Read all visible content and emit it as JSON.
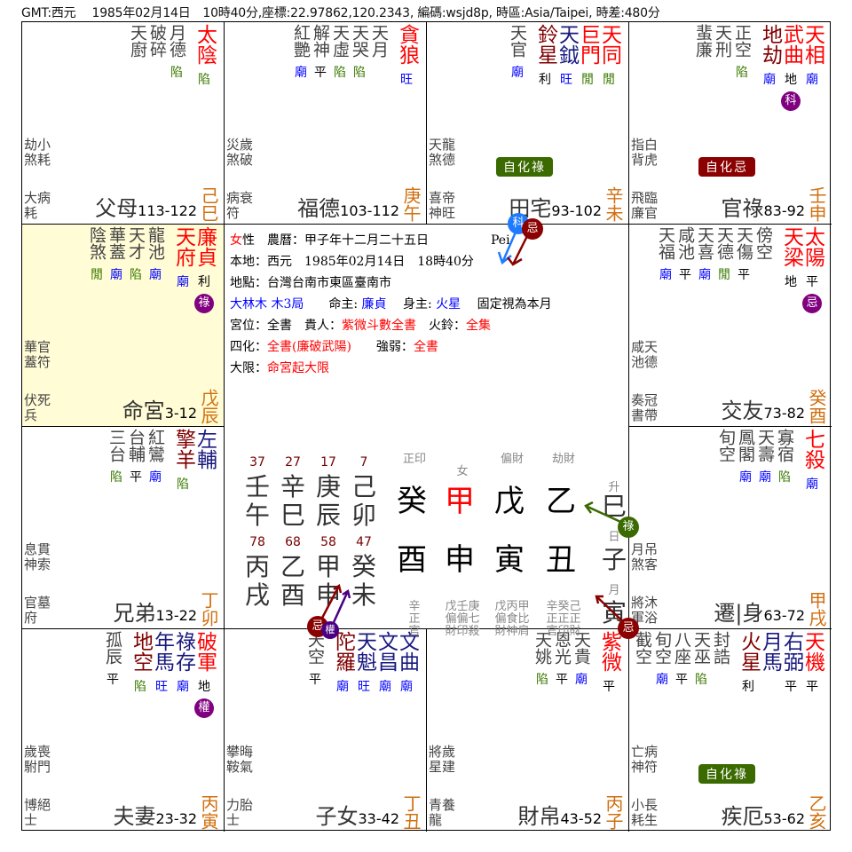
{
  "header": {
    "text": "GMT:西元　 1985年02月14日　10時40分,座標:22.97862,120.2343, 編碼:wsjd8p, 時區:Asia/Taipei, 時差:480分"
  },
  "palaces": {
    "si": {
      "name": "父母",
      "range": "113-122",
      "stem": "己巳",
      "main": [
        {
          "n": "太陰",
          "c": "c-red",
          "b": "陷",
          "bc": "b-xian"
        }
      ],
      "minor": [
        {
          "n": "天廚",
          "b": ""
        },
        {
          "n": "破碎",
          "b": ""
        },
        {
          "n": "月德",
          "b": "陷"
        }
      ],
      "s1": "劫小\n煞耗",
      "s2": "大病\n耗"
    },
    "wu": {
      "name": "福德",
      "range": "103-112",
      "stem": "庚午",
      "main": [
        {
          "n": "貪狼",
          "c": "c-red",
          "b": "旺",
          "bc": "b-wang"
        }
      ],
      "minor": [
        {
          "n": "紅艷",
          "b": "廟"
        },
        {
          "n": "解神",
          "b": "平"
        },
        {
          "n": "天虛",
          "b": "陷"
        },
        {
          "n": "天哭",
          "b": "陷"
        },
        {
          "n": "天月",
          "b": ""
        }
      ],
      "s1": "災歲\n煞破",
      "s2": "病衰\n符"
    },
    "wei": {
      "name": "田宅",
      "range": "93-102",
      "stem": "辛未",
      "self_hua": "自化祿",
      "main": [
        {
          "n": "天同",
          "c": "c-red",
          "b": "閒"
        },
        {
          "n": "巨門",
          "c": "c-red",
          "b": "閒"
        },
        {
          "n": "天鉞",
          "c": "c-navy",
          "b": "旺"
        },
        {
          "n": "鈴星",
          "c": "c-maroon",
          "b": "利"
        }
      ],
      "minor": [
        {
          "n": "天官",
          "b": "廟"
        }
      ],
      "s1": "天龍\n煞德",
      "s2": "喜帝\n神旺"
    },
    "shen": {
      "name": "官祿",
      "range": "83-92",
      "stem": "壬申",
      "self_hua": "自化忌",
      "main": [
        {
          "n": "天相",
          "c": "c-red",
          "b": "廟"
        },
        {
          "n": "武曲",
          "c": "c-red",
          "b": "地",
          "hua": "科"
        },
        {
          "n": "地劫",
          "c": "c-maroon",
          "b": "廟"
        }
      ],
      "minor": [
        {
          "n": "蜚廉",
          "b": ""
        },
        {
          "n": "天刑",
          "b": ""
        },
        {
          "n": "正空",
          "b": "陷"
        }
      ],
      "s1": "指白\n背虎",
      "s2": "飛臨\n廉官"
    },
    "chen": {
      "name": "命宮",
      "range": "3-12",
      "stem": "戊辰",
      "main": [
        {
          "n": "廉貞",
          "c": "c-red",
          "b": "利",
          "hua": "祿"
        },
        {
          "n": "天府",
          "c": "c-red",
          "b": "廟"
        }
      ],
      "minor": [
        {
          "n": "陰煞",
          "b": "閒"
        },
        {
          "n": "華蓋",
          "b": "廟"
        },
        {
          "n": "天才",
          "b": "陷"
        },
        {
          "n": "龍池",
          "b": "廟"
        }
      ],
      "s1": "華官\n蓋符",
      "s2": "伏死\n兵"
    },
    "you": {
      "name": "交友",
      "range": "73-82",
      "stem": "癸酉",
      "main": [
        {
          "n": "太陽",
          "c": "c-red",
          "b": "平",
          "hua": "忌"
        },
        {
          "n": "天梁",
          "c": "c-red",
          "b": "地"
        }
      ],
      "minor": [
        {
          "n": "天福",
          "b": "廟"
        },
        {
          "n": "咸池",
          "b": "平"
        },
        {
          "n": "天喜",
          "b": "廟"
        },
        {
          "n": "天德",
          "b": "閒"
        },
        {
          "n": "天傷",
          "b": "平"
        },
        {
          "n": "傍空",
          "b": ""
        }
      ],
      "s1": "咸天\n池德",
      "s2": "奏冠\n書帶"
    },
    "mao": {
      "name": "兄弟",
      "range": "13-22",
      "stem": "丁卯",
      "main": [
        {
          "n": "左輔",
          "c": "c-navy",
          "b": ""
        },
        {
          "n": "擎羊",
          "c": "c-maroon",
          "b": "陷"
        }
      ],
      "minor": [
        {
          "n": "三台",
          "b": "陷"
        },
        {
          "n": "台輔",
          "b": "平"
        },
        {
          "n": "紅鸞",
          "b": "廟"
        }
      ],
      "s1": "息貫\n神索",
      "s2": "官墓\n府"
    },
    "xu": {
      "name": "遷|身",
      "range": "63-72",
      "stem": "甲戌",
      "main": [
        {
          "n": "七殺",
          "c": "c-red",
          "b": "廟"
        }
      ],
      "minor": [
        {
          "n": "旬空",
          "b": ""
        },
        {
          "n": "鳳閣",
          "b": "廟"
        },
        {
          "n": "天壽",
          "b": "廟"
        },
        {
          "n": "寡宿",
          "b": "陷"
        }
      ],
      "s1": "月吊\n煞客",
      "s2": "將沐\n軍浴"
    },
    "yin": {
      "name": "夫妻",
      "range": "23-32",
      "stem": "丙寅",
      "main": [
        {
          "n": "破軍",
          "c": "c-red",
          "b": "地",
          "hua": "權"
        },
        {
          "n": "祿存",
          "c": "c-navy",
          "b": "廟"
        },
        {
          "n": "年馬",
          "c": "c-navy",
          "b": "旺"
        },
        {
          "n": "地空",
          "c": "c-maroon",
          "b": "陷"
        }
      ],
      "minor": [
        {
          "n": "孤辰",
          "b": "平"
        }
      ],
      "s1": "歲喪\n駙門",
      "s2": "博絕\n士"
    },
    "chou": {
      "name": "子女",
      "range": "33-42",
      "stem": "丁丑",
      "main": [
        {
          "n": "文曲",
          "c": "c-navy",
          "b": "廟"
        },
        {
          "n": "文昌",
          "c": "c-navy",
          "b": "廟"
        },
        {
          "n": "天魁",
          "c": "c-navy",
          "b": "旺"
        },
        {
          "n": "陀羅",
          "c": "c-maroon",
          "b": "廟"
        }
      ],
      "minor": [
        {
          "n": "天空",
          "b": "平"
        }
      ],
      "s1": "攀晦\n鞍氣",
      "s2": "力胎\n士"
    },
    "zi": {
      "name": "財帛",
      "range": "43-52",
      "stem": "丙子",
      "main": [
        {
          "n": "紫微",
          "c": "c-red",
          "b": "平"
        }
      ],
      "minor": [
        {
          "n": "天姚",
          "b": "陷"
        },
        {
          "n": "恩光",
          "b": "平"
        },
        {
          "n": "天貴",
          "b": "廟"
        }
      ],
      "s1": "將歲\n星建",
      "s2": "青養\n龍"
    },
    "hai": {
      "name": "疾厄",
      "range": "53-62",
      "stem": "乙亥",
      "self_hua": "自化祿",
      "main": [
        {
          "n": "天機",
          "c": "c-red",
          "b": "平"
        },
        {
          "n": "右弼",
          "c": "c-navy",
          "b": "平"
        },
        {
          "n": "月馬",
          "c": "c-navy",
          "b": ""
        },
        {
          "n": "火星",
          "c": "c-maroon",
          "b": "利"
        }
      ],
      "minor": [
        {
          "n": "截空",
          "b": ""
        },
        {
          "n": "旬空",
          "b": "廟"
        },
        {
          "n": "八座",
          "b": "平"
        },
        {
          "n": "天巫",
          "b": "陷"
        },
        {
          "n": "封誥",
          "b": ""
        }
      ],
      "s1": "亡病\n神符",
      "s2": "小長\n耗生"
    }
  },
  "center": {
    "line1": {
      "gender_red": "女",
      "rest": "性　農曆：甲子年十二月二十五日",
      "name": "Pei"
    },
    "line2": "本地：西元　1985年02月14日　18時40分",
    "line3": "地點：台灣台南市東區臺南市",
    "line4": {
      "ju": "大林木 木3局",
      "ming_label": "命主:",
      "ming": "廉貞",
      "shen_label": "身主:",
      "shen": "火星",
      "note": "固定視為本月"
    },
    "line5": {
      "l1": "宮位：全書　貴人：",
      "v1": "紫微斗數全書",
      "l2": "　火鈴：",
      "v2": "全集"
    },
    "line6": {
      "l1": "四化：",
      "v1": "全書(廉破武陽)",
      "l2": "　　強弱：",
      "v2": "全書"
    },
    "line7": {
      "l1": "大限：",
      "v1": "命宮起大限"
    },
    "dayun_ages_top": [
      "37",
      "27",
      "17",
      "7"
    ],
    "dayun_top": [
      [
        "壬",
        "午"
      ],
      [
        "辛",
        "巳"
      ],
      [
        "庚",
        "辰"
      ],
      [
        "己",
        "卯"
      ]
    ],
    "dayun_ages_bottom": [
      "78",
      "68",
      "58",
      "47"
    ],
    "dayun_bottom": [
      [
        "丙",
        "戌"
      ],
      [
        "乙",
        "酉"
      ],
      [
        "甲",
        "申"
      ],
      [
        "癸",
        "未"
      ]
    ],
    "bazi_tengods_top": [
      "正印",
      "女",
      "偏財",
      "劫財"
    ],
    "bazi_stems": [
      "癸",
      "甲",
      "戊",
      "乙"
    ],
    "bazi_branches": [
      "酉",
      "申",
      "寅",
      "丑"
    ],
    "bazi_hidden": [
      "辛\n正\n官",
      "戊壬庚\n偏偏七\n財印殺",
      "戊丙甲\n偏食比\n財神肩",
      "辛癸己\n正正正\n官印財"
    ],
    "extra": {
      "sheng": "升",
      "si": "巳",
      "ri": "日",
      "zi": "子",
      "yue": "月",
      "yin": "寅"
    }
  },
  "badges": {
    "lu": "祿",
    "ji": "忌",
    "ke": "科",
    "quan": "權"
  },
  "colors": {
    "stem": "#d07010",
    "ming_bg": "#fffcd6",
    "hua_purple": "#800080",
    "self_lu": "#3a6a00",
    "self_ji": "#8b0000"
  }
}
